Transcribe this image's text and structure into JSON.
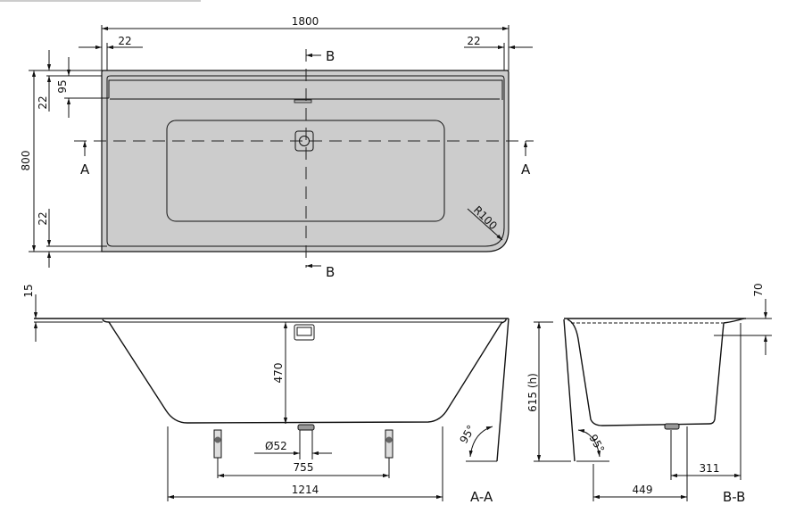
{
  "drawing": {
    "colors": {
      "tub_top_fill": "#cccccc",
      "line": "#111111",
      "background": "#ffffff"
    },
    "top_view": {
      "dim_length": "1800",
      "dim_left_rim": "22",
      "dim_right_rim": "22",
      "dim_width": "800",
      "dim_top_rim": "22",
      "dim_ledge": "95",
      "dim_bottom_rim": "22",
      "radius": "R100",
      "section_a_left": "A",
      "section_a_right": "A",
      "section_b_top": "B",
      "section_b_bottom": "B"
    },
    "section_aa": {
      "dim_rim": "15",
      "dim_depth": "470",
      "dim_drain": "Ø52",
      "dim_feet": "755",
      "dim_base": "1214",
      "angle": "95°",
      "label": "A-A"
    },
    "section_bb": {
      "dim_edge": "70",
      "dim_height": "615 (h)",
      "dim_drain_offset": "311",
      "dim_base": "449",
      "angle": "95°",
      "label": "B-B"
    }
  }
}
